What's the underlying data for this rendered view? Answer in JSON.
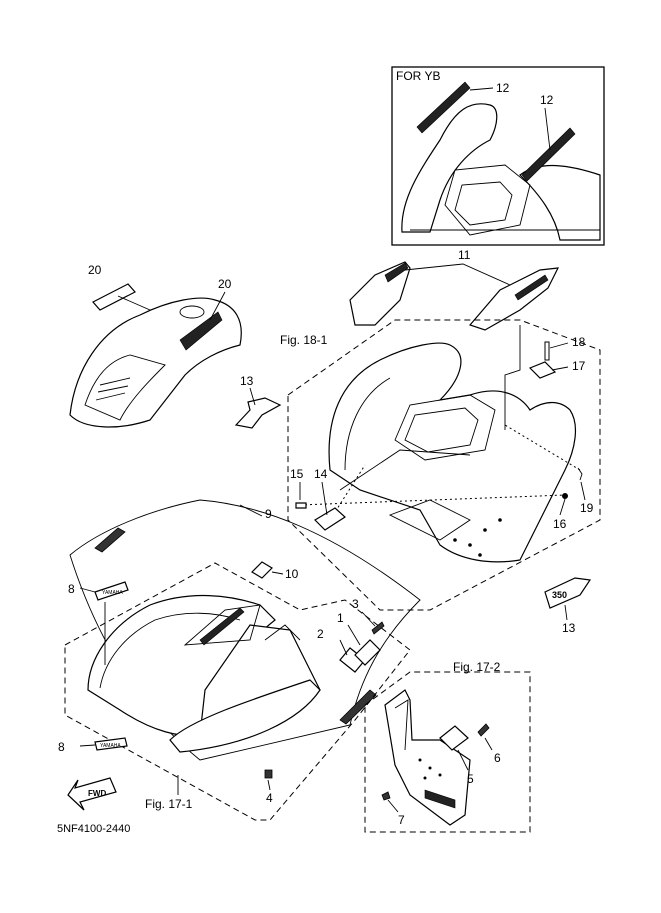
{
  "inset": {
    "title": "FOR YB",
    "callouts": [
      "12",
      "12"
    ]
  },
  "figure_refs": {
    "rear_fender": "Fig. 18-1",
    "front_fender": "Fig. 17-1",
    "footrest": "Fig. 17-2"
  },
  "callouts": {
    "c1": "1",
    "c2": "2",
    "c3": "3",
    "c4": "4",
    "c5": "5",
    "c6": "6",
    "c7": "7",
    "c8a": "8",
    "c8b": "8",
    "c9": "9",
    "c10": "10",
    "c11": "11",
    "c13a": "13",
    "c13b": "13",
    "c14": "14",
    "c15": "15",
    "c16": "16",
    "c17": "17",
    "c18": "18",
    "c19": "19",
    "c20a": "20",
    "c20b": "20"
  },
  "decals": {
    "brand": "YAMAHA",
    "model": "350",
    "direction": "FWD"
  },
  "diagram_code": "5NF4100-2440"
}
